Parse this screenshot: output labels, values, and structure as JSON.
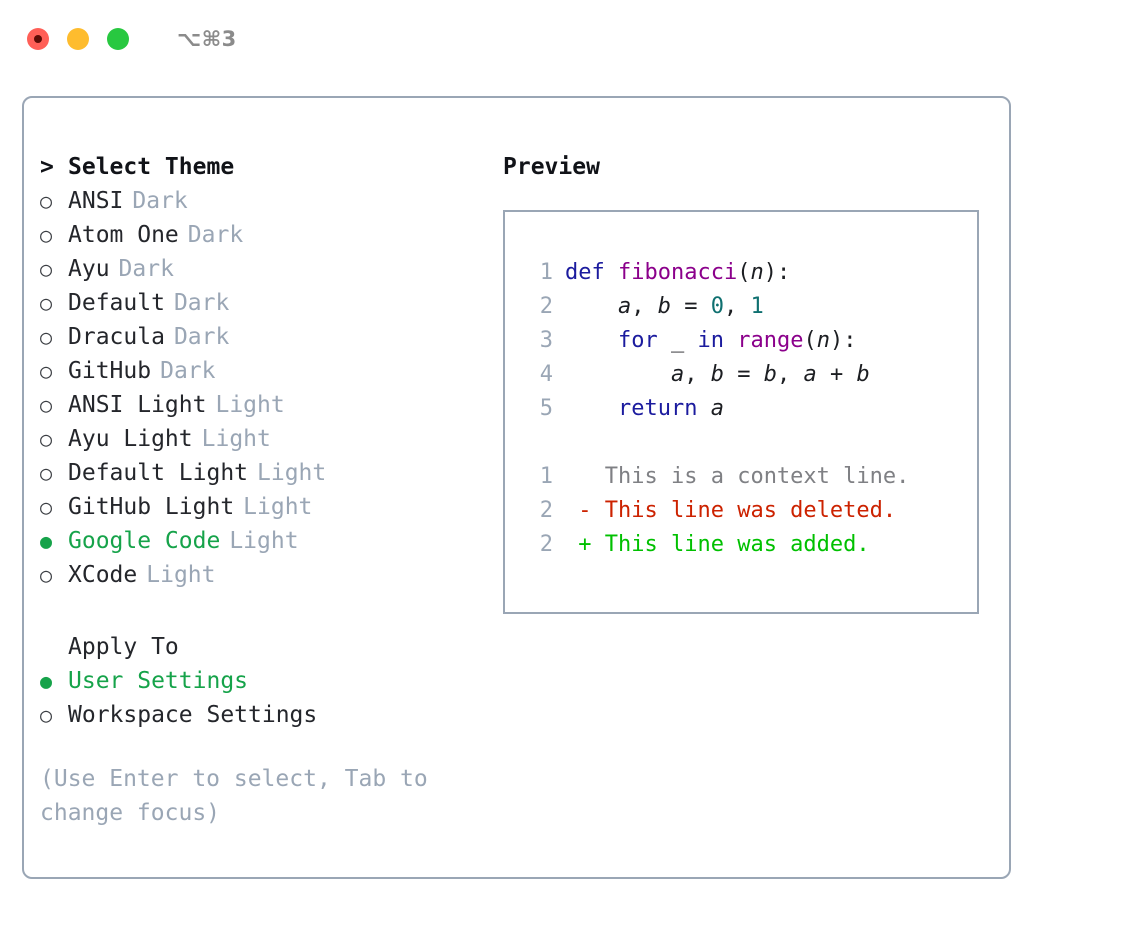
{
  "window": {
    "shortcut": "⌥⌘3",
    "traffic_lights": [
      {
        "name": "close-button",
        "color": "#ff5f57"
      },
      {
        "name": "minimize-button",
        "color": "#febc2e"
      },
      {
        "name": "maximize-button",
        "color": "#28c840"
      }
    ]
  },
  "theme_picker": {
    "caret": ">",
    "header": "Select Theme",
    "marker_unselected": "○",
    "marker_selected": "●",
    "accent_color": "#16a34a",
    "muted_color": "#9aa6b5",
    "items": [
      {
        "name": "ANSI",
        "variant": "Dark",
        "selected": false
      },
      {
        "name": "Atom One",
        "variant": "Dark",
        "selected": false
      },
      {
        "name": "Ayu",
        "variant": "Dark",
        "selected": false
      },
      {
        "name": "Default",
        "variant": "Dark",
        "selected": false
      },
      {
        "name": "Dracula",
        "variant": "Dark",
        "selected": false
      },
      {
        "name": "GitHub",
        "variant": "Dark",
        "selected": false
      },
      {
        "name": "ANSI Light",
        "variant": "Light",
        "selected": false
      },
      {
        "name": "Ayu Light",
        "variant": "Light",
        "selected": false
      },
      {
        "name": "Default Light",
        "variant": "Light",
        "selected": false
      },
      {
        "name": "GitHub Light",
        "variant": "Light",
        "selected": false
      },
      {
        "name": "Google Code",
        "variant": "Light",
        "selected": true
      },
      {
        "name": "XCode",
        "variant": "Light",
        "selected": false
      }
    ]
  },
  "apply_to": {
    "header": "Apply To",
    "items": [
      {
        "name": "User Settings",
        "selected": true
      },
      {
        "name": "Workspace Settings",
        "selected": false
      }
    ]
  },
  "hint": {
    "line1": "(Use Enter to select, Tab to",
    "line2": "change focus)"
  },
  "preview": {
    "title": "Preview",
    "code_lines": [
      {
        "number": "1",
        "tokens": [
          {
            "text": "def ",
            "type": "kw"
          },
          {
            "text": "fibonacci",
            "type": "fn"
          },
          {
            "text": "(",
            "type": "pun"
          },
          {
            "text": "n",
            "type": "var"
          },
          {
            "text": "):",
            "type": "pun"
          }
        ]
      },
      {
        "number": "2",
        "tokens": [
          {
            "text": "    ",
            "type": "plain"
          },
          {
            "text": "a",
            "type": "var"
          },
          {
            "text": ", ",
            "type": "pun"
          },
          {
            "text": "b",
            "type": "var"
          },
          {
            "text": " = ",
            "type": "pun"
          },
          {
            "text": "0",
            "type": "num"
          },
          {
            "text": ", ",
            "type": "pun"
          },
          {
            "text": "1",
            "type": "num"
          }
        ]
      },
      {
        "number": "3",
        "tokens": [
          {
            "text": "    ",
            "type": "plain"
          },
          {
            "text": "for",
            "type": "kw"
          },
          {
            "text": " _ ",
            "type": "pun"
          },
          {
            "text": "in",
            "type": "kw"
          },
          {
            "text": " ",
            "type": "plain"
          },
          {
            "text": "range",
            "type": "fn"
          },
          {
            "text": "(",
            "type": "pun"
          },
          {
            "text": "n",
            "type": "var"
          },
          {
            "text": "):",
            "type": "pun"
          }
        ]
      },
      {
        "number": "4",
        "tokens": [
          {
            "text": "        ",
            "type": "plain"
          },
          {
            "text": "a",
            "type": "var"
          },
          {
            "text": ", ",
            "type": "pun"
          },
          {
            "text": "b",
            "type": "var"
          },
          {
            "text": " = ",
            "type": "pun"
          },
          {
            "text": "b",
            "type": "var"
          },
          {
            "text": ", ",
            "type": "pun"
          },
          {
            "text": "a",
            "type": "var"
          },
          {
            "text": " + ",
            "type": "pun"
          },
          {
            "text": "b",
            "type": "var"
          }
        ]
      },
      {
        "number": "5",
        "tokens": [
          {
            "text": "    ",
            "type": "plain"
          },
          {
            "text": "return",
            "type": "kw"
          },
          {
            "text": " ",
            "type": "plain"
          },
          {
            "text": "a",
            "type": "var"
          }
        ]
      }
    ],
    "diff_lines": [
      {
        "number": "1",
        "sign": " ",
        "text": "This is a context line.",
        "kind": "ctx"
      },
      {
        "number": "2",
        "sign": "-",
        "text": "This line was deleted.",
        "kind": "del"
      },
      {
        "number": "2",
        "sign": "+",
        "text": "This line was added.",
        "kind": "add"
      }
    ],
    "colors": {
      "keyword": "#1b1b9e",
      "function": "#8b008b",
      "number": "#0f7070",
      "text": "#1c1e22",
      "gutter": "#9aa6b5",
      "diff_context": "#7f8084",
      "diff_deleted": "#cc2200",
      "diff_added": "#00c000",
      "border": "#9aa6b5"
    }
  }
}
